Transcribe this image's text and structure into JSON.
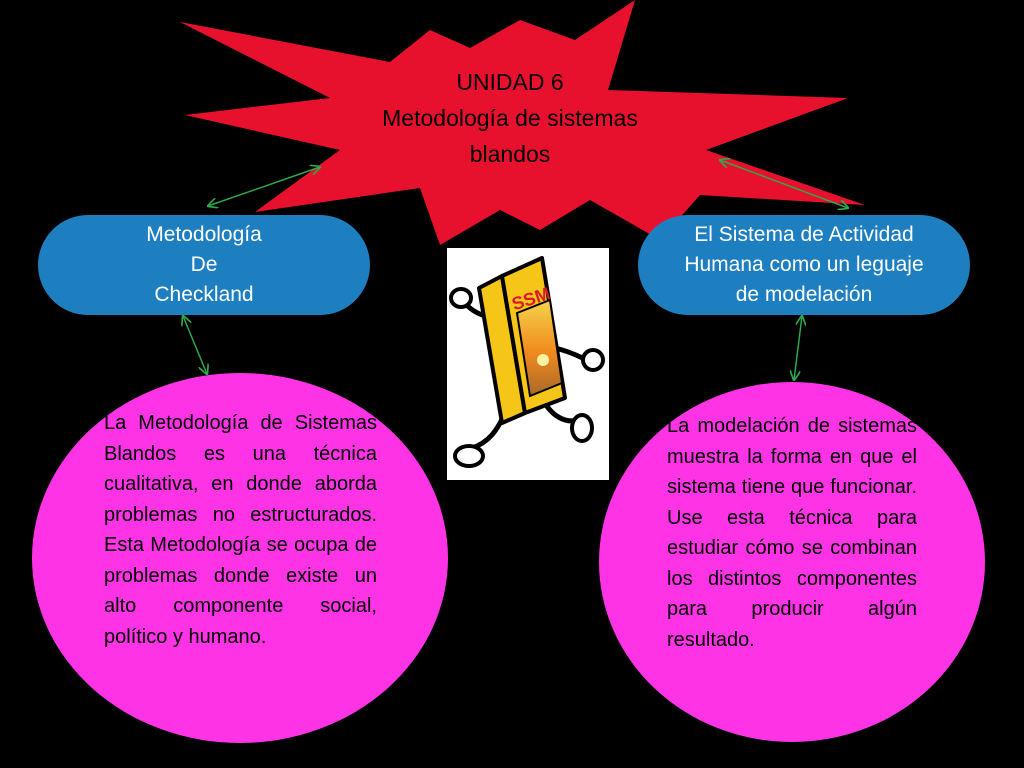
{
  "colors": {
    "background": "#000000",
    "star": "#e8112d",
    "pill": "#1e7fc0",
    "circle": "#ff33e6",
    "arrow": "#2ea84a",
    "book": "#f5c518"
  },
  "center": {
    "title_lines": [
      "UNIDAD 6",
      "Metodología de sistemas",
      "blandos"
    ]
  },
  "left_node": {
    "label": "Metodología\nDe\nCheckland",
    "description": "La Metodología de Sistemas Blandos es una técnica cualitativa, en donde aborda problemas no estructurados. Esta Metodología se ocupa de problemas donde existe un alto componente social, político y humano."
  },
  "right_node": {
    "label": "El Sistema de Actividad\nHumana como un leguaje\nde modelación",
    "description": "La modelación de sistemas muestra la forma en que el sistema tiene que funcionar. Use esta técnica para estudiar cómo se combinan los distintos componentes para producir algún resultado."
  },
  "illustration": {
    "book_label": "SSM",
    "icon": "running-book-icon"
  }
}
